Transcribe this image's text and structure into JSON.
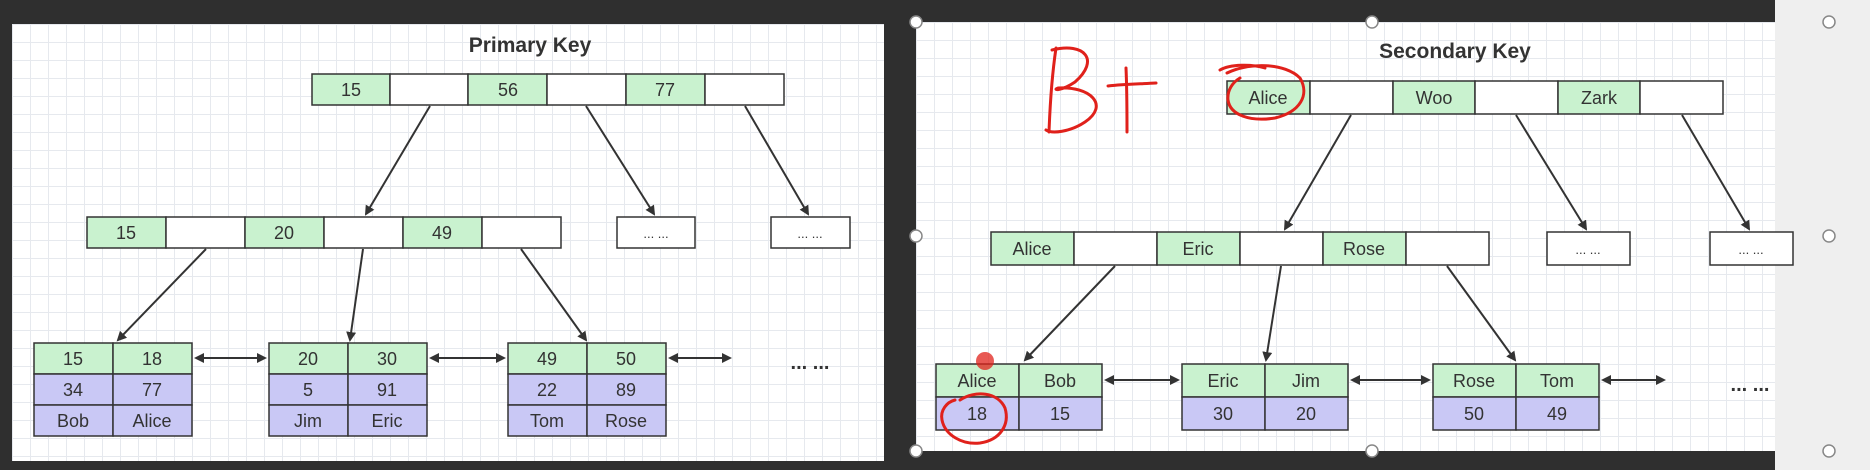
{
  "primary": {
    "title": "Primary Key",
    "root": [
      "15",
      "56",
      "77"
    ],
    "level2": [
      "15",
      "20",
      "49"
    ],
    "ellipsis": [
      "... ...",
      "... ...",
      "... ..."
    ],
    "leaves": [
      {
        "keys": [
          "15",
          "18"
        ],
        "row2": [
          "34",
          "77"
        ],
        "row3": [
          "Bob",
          "Alice"
        ]
      },
      {
        "keys": [
          "20",
          "30"
        ],
        "row2": [
          "5",
          "91"
        ],
        "row3": [
          "Jim",
          "Eric"
        ]
      },
      {
        "keys": [
          "49",
          "50"
        ],
        "row2": [
          "22",
          "89"
        ],
        "row3": [
          "Tom",
          "Rose"
        ]
      }
    ]
  },
  "secondary": {
    "title": "Secondary Key",
    "root": [
      "Alice",
      "Woo",
      "Zark"
    ],
    "level2": [
      "Alice",
      "Eric",
      "Rose"
    ],
    "ellipsis": [
      "... ...",
      "... ...",
      "... ..."
    ],
    "leaves": [
      {
        "keys": [
          "Alice",
          "Bob"
        ],
        "row2": [
          "18",
          "15"
        ]
      },
      {
        "keys": [
          "Eric",
          "Jim"
        ],
        "row2": [
          "30",
          "20"
        ]
      },
      {
        "keys": [
          "Rose",
          "Tom"
        ],
        "row2": [
          "50",
          "49"
        ]
      }
    ]
  },
  "annotation": {
    "handwriting": "B+"
  },
  "colors": {
    "key_cell": "#c9f2cf",
    "data_cell": "#c9c8f5",
    "ink": "#e0211b"
  }
}
